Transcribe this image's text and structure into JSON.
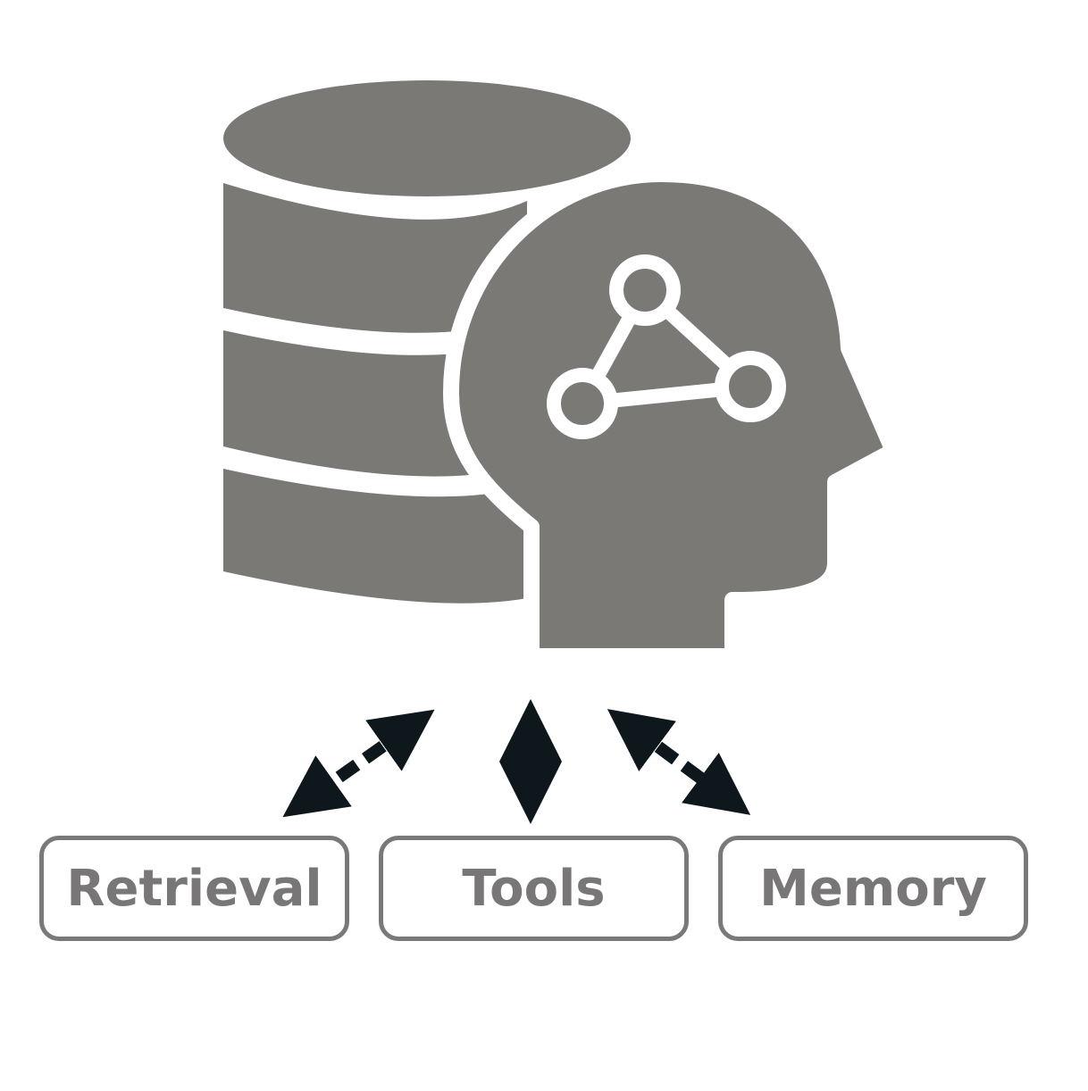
{
  "diagram": {
    "boxes": [
      {
        "label": "Retrieval"
      },
      {
        "label": "Tools"
      },
      {
        "label": "Memory"
      }
    ],
    "icons": {
      "database": "database-icon",
      "head": "ai-head-icon",
      "network": "network-graph-icon"
    },
    "colors": {
      "icon_fill": "#7b7976",
      "box_border": "#7a7878",
      "box_text": "#787676",
      "arrow": "#0e181c"
    }
  }
}
